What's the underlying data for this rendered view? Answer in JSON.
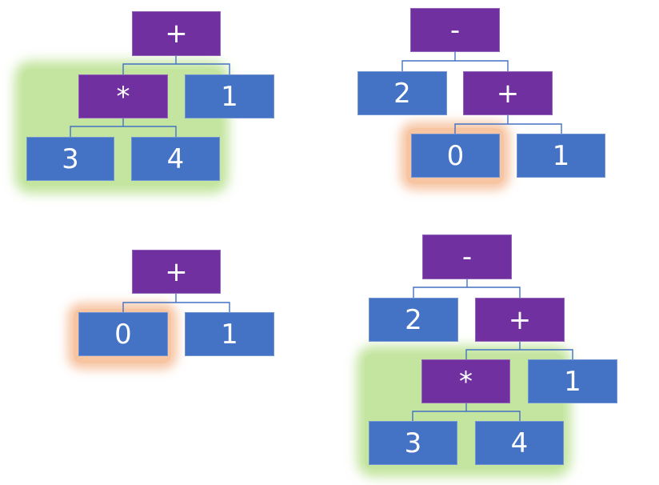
{
  "trees": [
    {
      "nodes": {
        "root": "+",
        "left": "*",
        "right": "1",
        "left_left": "3",
        "left_right": "4"
      },
      "highlight": "green"
    },
    {
      "nodes": {
        "root": "-",
        "left": "2",
        "right": "+",
        "right_left": "0",
        "right_right": "1"
      },
      "highlight": "orange"
    },
    {
      "nodes": {
        "root": "+",
        "left": "0",
        "right": "1"
      },
      "highlight": "orange"
    },
    {
      "nodes": {
        "root": "-",
        "left": "2",
        "right": "+",
        "right_left": "*",
        "right_right": "1",
        "right_left_left": "3",
        "right_left_right": "4"
      },
      "highlight": "green"
    }
  ],
  "colors": {
    "operator_fill": "#7030a0",
    "number_fill": "#4472c4",
    "edge": "#4472c4",
    "green_glow": "#92d050",
    "orange_glow": "#f4b183"
  }
}
